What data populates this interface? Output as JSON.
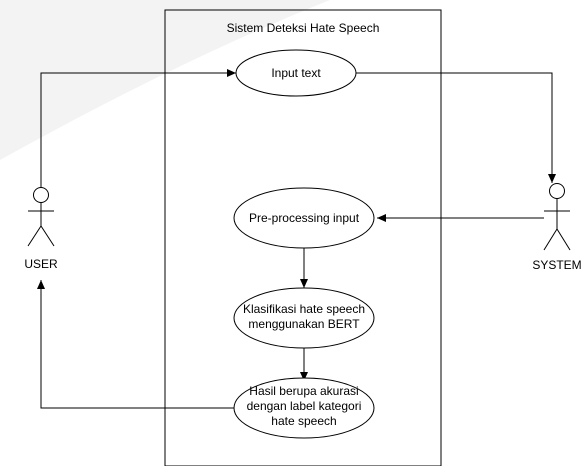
{
  "diagram": {
    "type": "use-case",
    "system_title": "Sistem Deteksi Hate Speech",
    "actors": [
      {
        "id": "user",
        "label": "USER"
      },
      {
        "id": "system",
        "label": "SYSTEM"
      }
    ],
    "use_cases": [
      {
        "id": "uc1",
        "lines": [
          "Input text"
        ]
      },
      {
        "id": "uc2",
        "lines": [
          "Pre-processing input"
        ]
      },
      {
        "id": "uc3",
        "lines": [
          "Klasifikasi hate speech",
          "menggunakan BERT"
        ]
      },
      {
        "id": "uc4",
        "lines": [
          "Hasil berupa akurasi",
          "dengan label kategori",
          "hate speech"
        ]
      }
    ],
    "edges": [
      {
        "from": "user",
        "to": "uc1"
      },
      {
        "from": "uc1",
        "to": "system"
      },
      {
        "from": "system",
        "to": "uc2"
      },
      {
        "from": "uc2",
        "to": "uc3"
      },
      {
        "from": "uc3",
        "to": "uc4"
      },
      {
        "from": "uc4",
        "to": "user"
      }
    ]
  },
  "colors": {
    "stroke": "#000000",
    "fill": "#ffffff",
    "watermark": "#f1f1f1"
  }
}
